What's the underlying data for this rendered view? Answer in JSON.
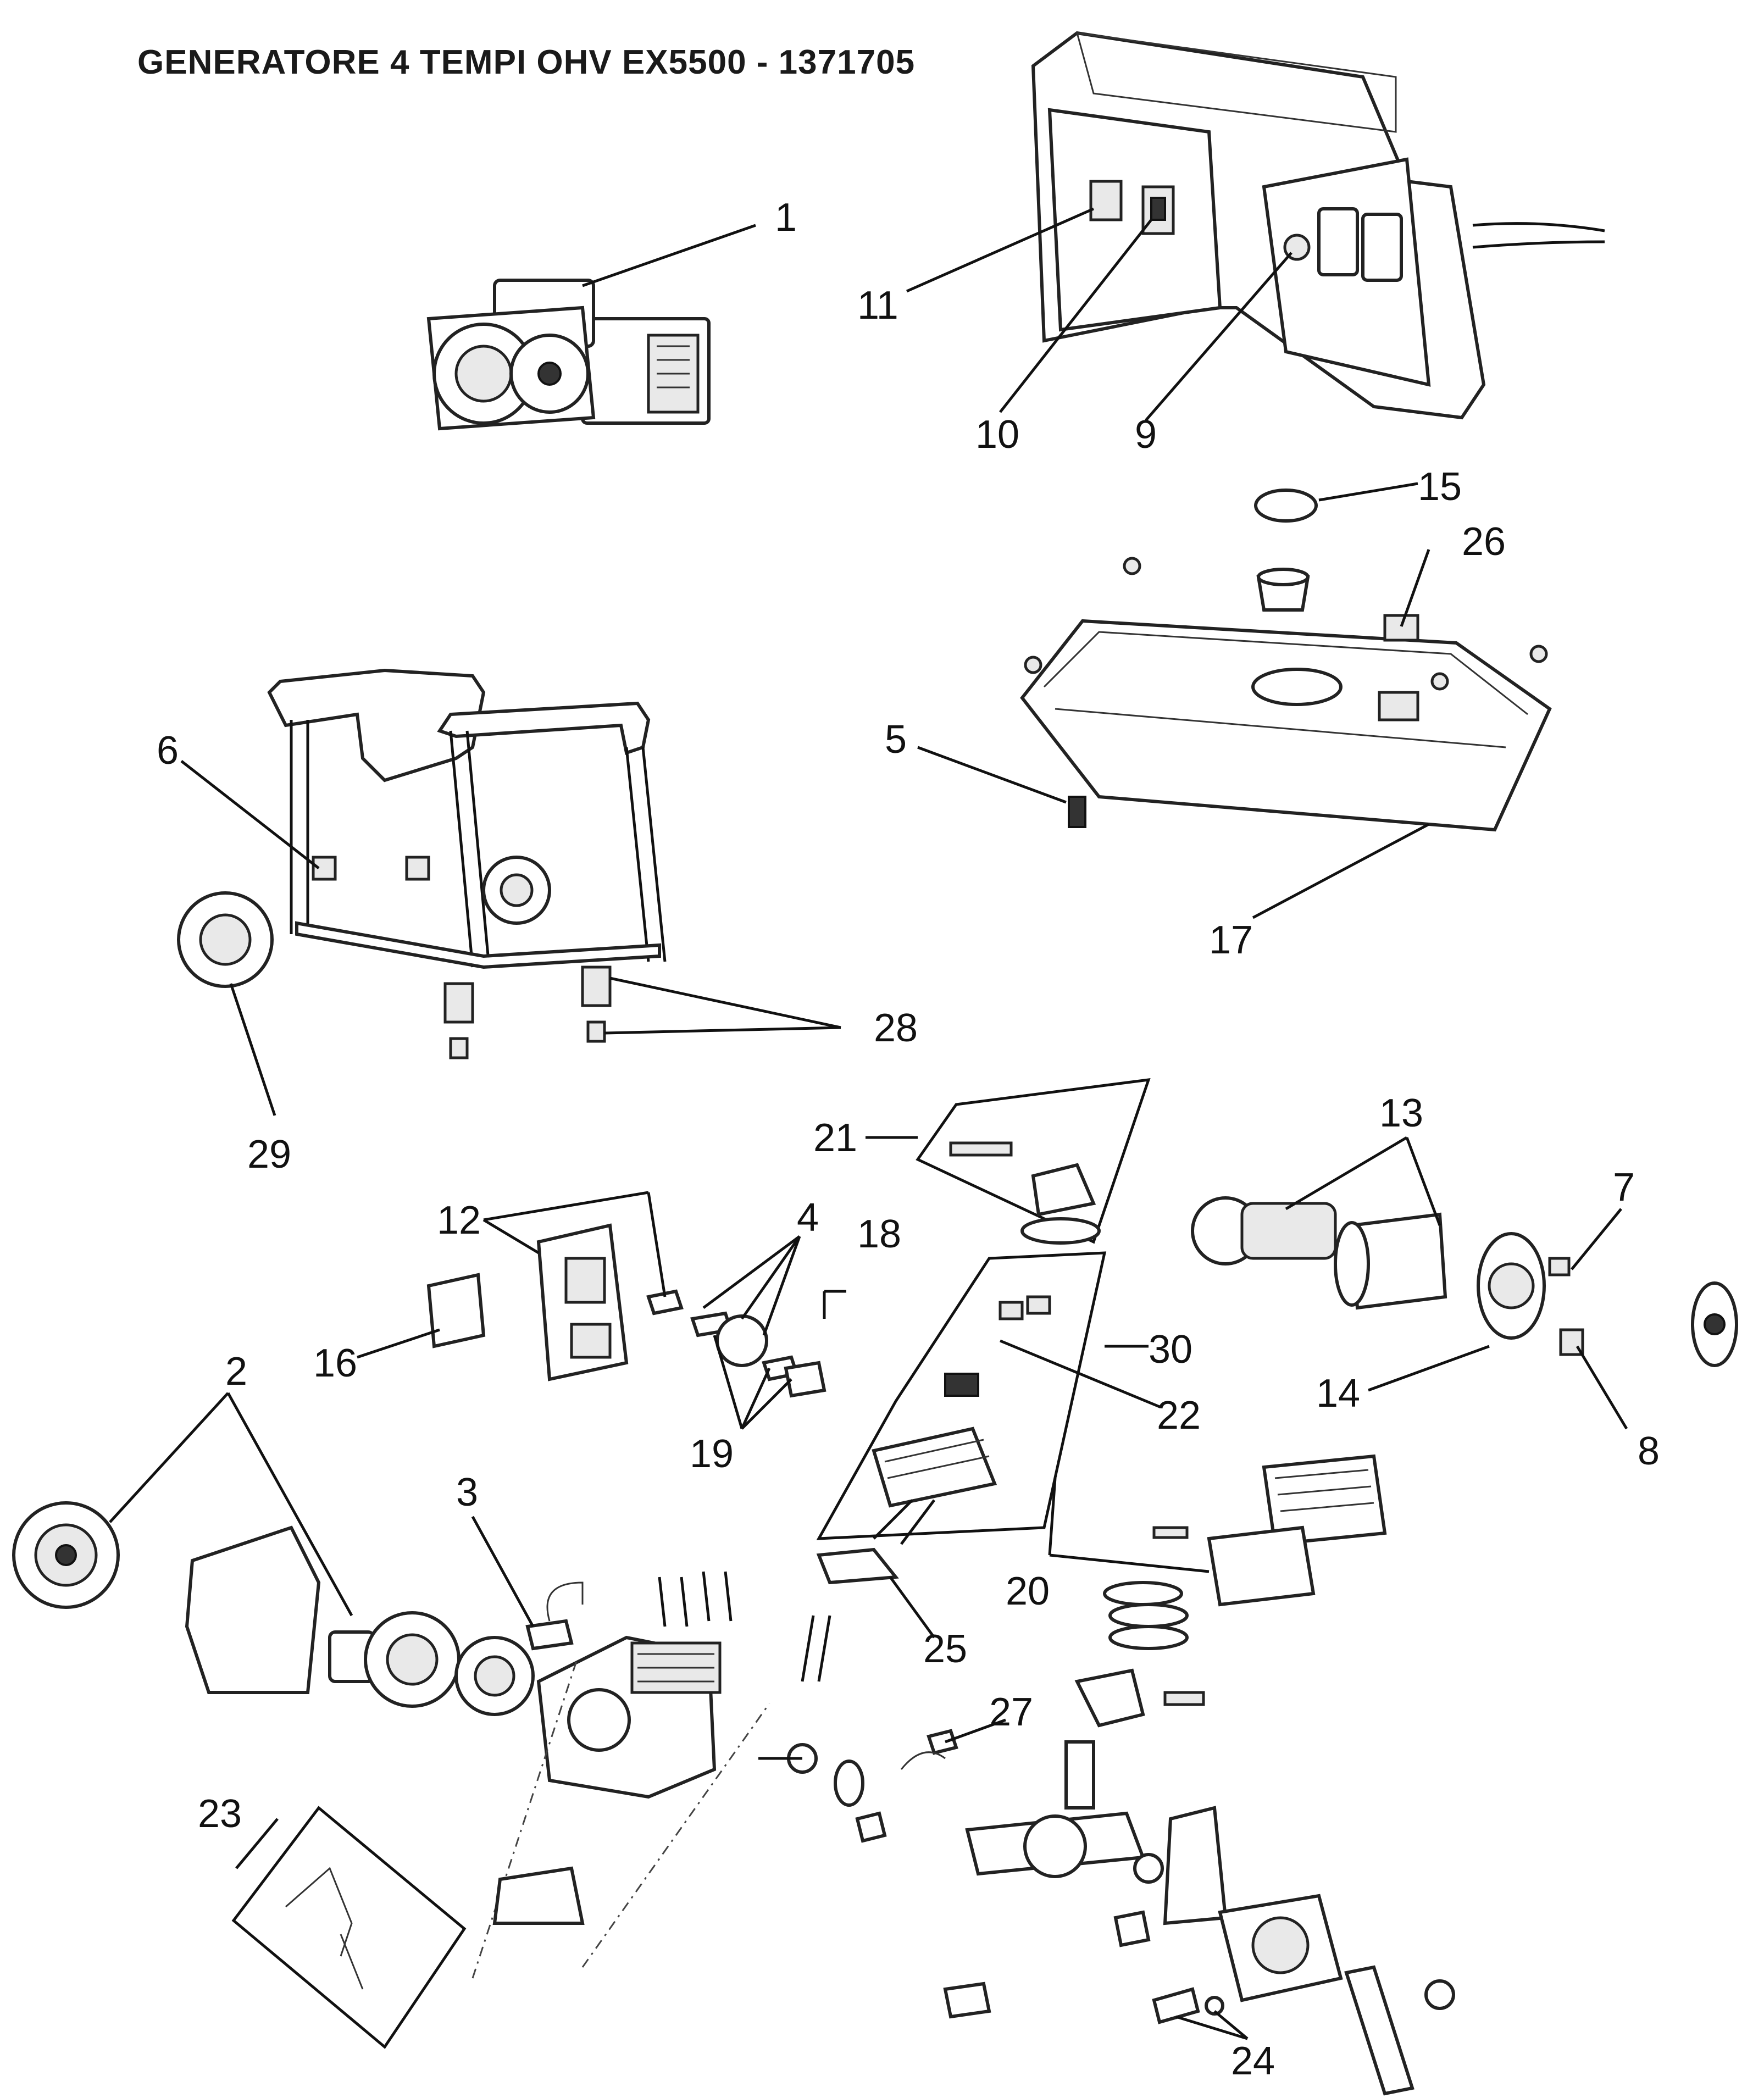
{
  "title": "GENERATORE 4 TEMPI OHV EX5500 - 1371705",
  "callouts": [
    {
      "id": "1",
      "label": "1"
    },
    {
      "id": "2",
      "label": "2"
    },
    {
      "id": "3",
      "label": "3"
    },
    {
      "id": "4",
      "label": "4"
    },
    {
      "id": "5",
      "label": "5"
    },
    {
      "id": "6",
      "label": "6"
    },
    {
      "id": "7",
      "label": "7"
    },
    {
      "id": "8",
      "label": "8"
    },
    {
      "id": "9",
      "label": "9"
    },
    {
      "id": "10",
      "label": "10"
    },
    {
      "id": "11",
      "label": "11"
    },
    {
      "id": "12",
      "label": "12"
    },
    {
      "id": "13",
      "label": "13"
    },
    {
      "id": "14",
      "label": "14"
    },
    {
      "id": "15",
      "label": "15"
    },
    {
      "id": "16",
      "label": "16"
    },
    {
      "id": "17",
      "label": "17"
    },
    {
      "id": "18",
      "label": "18"
    },
    {
      "id": "19",
      "label": "19"
    },
    {
      "id": "20",
      "label": "20"
    },
    {
      "id": "21",
      "label": "21"
    },
    {
      "id": "22",
      "label": "22"
    },
    {
      "id": "23",
      "label": "23"
    },
    {
      "id": "24",
      "label": "24"
    },
    {
      "id": "25",
      "label": "25"
    },
    {
      "id": "26",
      "label": "26"
    },
    {
      "id": "27",
      "label": "27"
    },
    {
      "id": "28",
      "label": "28"
    },
    {
      "id": "29",
      "label": "29"
    },
    {
      "id": "30",
      "label": "30"
    }
  ]
}
